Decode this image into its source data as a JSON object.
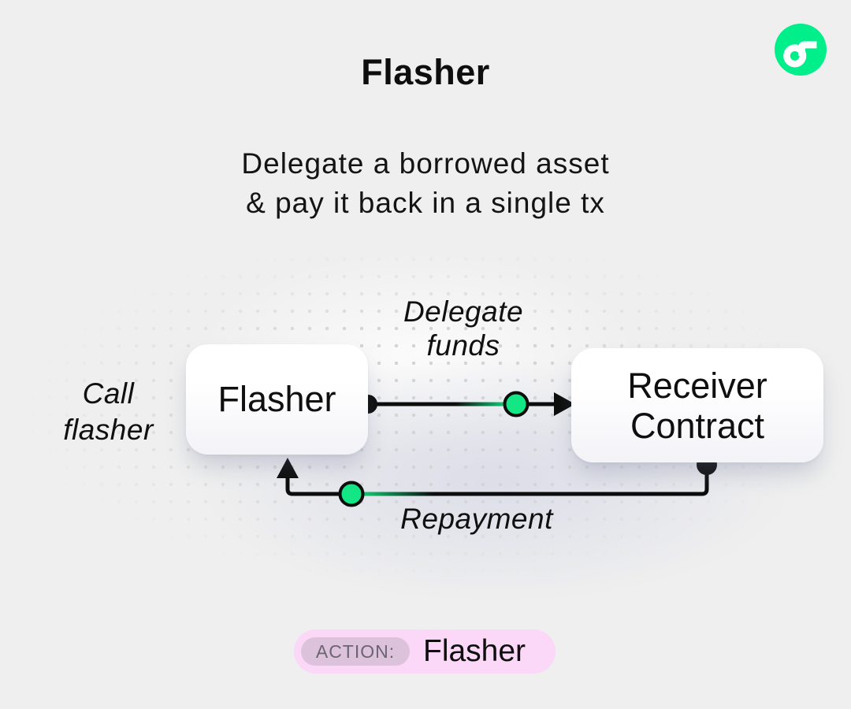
{
  "header": {
    "title": "Flasher",
    "subtitle_line1": "Delegate a borrowed asset",
    "subtitle_line2": "& pay it back in a single tx"
  },
  "logo": {
    "name": "flow-logo",
    "bg_color": "#00EF8B",
    "glyph_color": "#FFFFFF"
  },
  "diagram": {
    "nodes": [
      {
        "id": "flasher",
        "label": "Flasher"
      },
      {
        "id": "receiver-contract",
        "label_line1": "Receiver",
        "label_line2": "Contract"
      }
    ],
    "edge_labels": {
      "call_line1": "Call",
      "call_line2": "flasher",
      "delegate_line1": "Delegate",
      "delegate_line2": "funds",
      "repayment": "Repayment"
    },
    "colors": {
      "accent_green": "#12E685",
      "line_black": "#0D0D0D"
    }
  },
  "action_badge": {
    "label": "ACTION:",
    "value": "Flasher",
    "bg_color": "#FBD7F8",
    "label_bg_color": "#DCC2DA",
    "label_text_color": "#6B6571"
  }
}
